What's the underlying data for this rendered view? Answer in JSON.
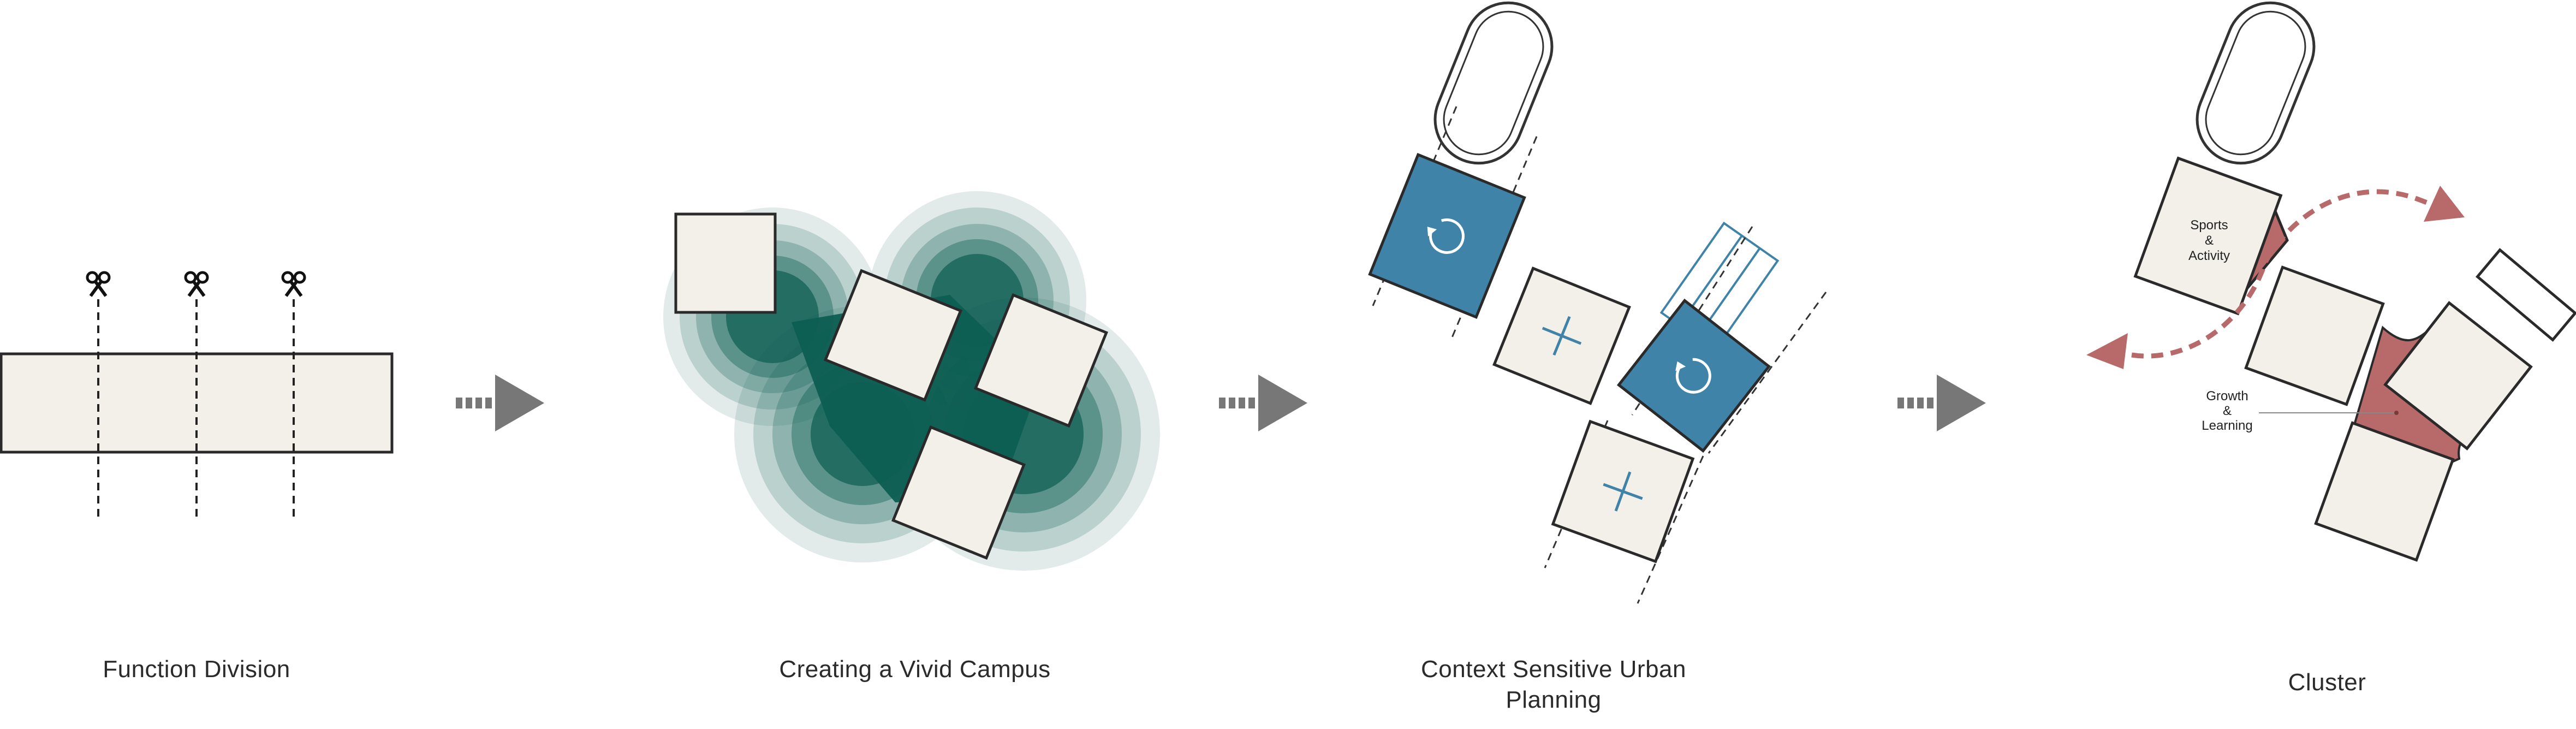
{
  "colors": {
    "block_fill": "#f3f0ea",
    "outline": "#2a2a2a",
    "green": "#0d5e52",
    "blue": "#3f83a9",
    "red": "#b86a6a",
    "arrow": "#777777"
  },
  "steps": [
    {
      "caption": "Function Division",
      "icon": "scissors-icon"
    },
    {
      "caption": "Creating a Vivid Campus"
    },
    {
      "caption": "Context Sensitive Urban\nPlanning"
    },
    {
      "caption": "Cluster"
    }
  ],
  "cluster_labels": {
    "sports_line1": "Sports",
    "sports_line2": "&",
    "sports_line3": "Activity",
    "growth_line1": "Growth",
    "growth_line2": "&",
    "growth_line3": "Learning"
  },
  "step_arrow_icon": "right-arrow-icon"
}
